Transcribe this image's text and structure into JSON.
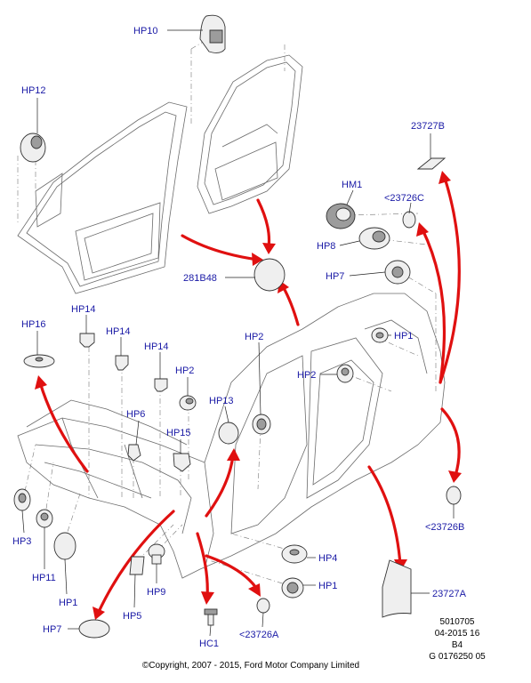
{
  "labels": {
    "hp10": "HP10",
    "hp12": "HP12",
    "c23727b": "23727B",
    "hm1": "HM1",
    "c23726c": "<23726C",
    "hp8": "HP8",
    "c281b48": "281B48",
    "hp7_top": "HP7",
    "hp16": "HP16",
    "hp14_a": "HP14",
    "hp14_b": "HP14",
    "hp14_c": "HP14",
    "hp2_mid": "HP2",
    "hp2_left": "HP2",
    "hp1_top": "HP1",
    "hp2_right": "HP2",
    "hp6": "HP6",
    "hp13": "HP13",
    "hp15": "HP15",
    "hp3": "HP3",
    "hp11": "HP11",
    "hp1_left": "HP1",
    "hp9": "HP9",
    "hp5": "HP5",
    "hp7_bottom": "HP7",
    "hc1": "HC1",
    "c23726a": "<23726A",
    "hp4": "HP4",
    "hp1_right": "HP1",
    "c23727a": "23727A",
    "c23726b": "<23726B"
  },
  "meta": {
    "ref1": "5010705",
    "ref2": "04-2015 16",
    "ref3": "B4",
    "ref4": "G 0176250 05"
  },
  "copyright": "©Copyright, 2007 - 2015, Ford Motor Company Limited"
}
